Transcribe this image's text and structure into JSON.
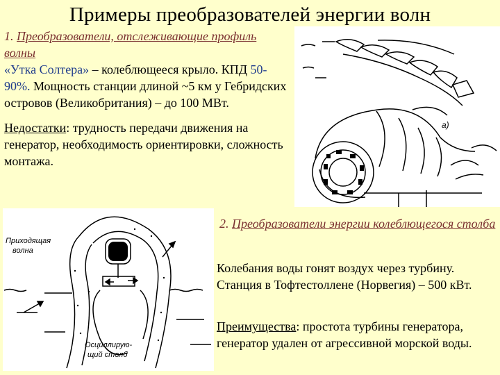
{
  "title": "Примеры преобразователей энергии волн",
  "section1": {
    "heading_num": "1. ",
    "heading_text": "Преобразователи, отслеживающие профиль волны",
    "desc_q": "«Утка Солтера»",
    "desc_rest": " – колеблющееся крыло. КПД",
    "kpd": "50-90%.",
    "desc_cont": " Мощность станции длиной ~5 км у Гебридских островов (Великобритания) – до 100 МВт.",
    "cons_label": "Недостатки",
    "cons_text": ": трудность передачи движения на генератор, необходимость ориентировки, сложность монтажа."
  },
  "section2": {
    "heading_num": "2. ",
    "heading_text": "Преобразователи энергии колеблющегося столба",
    "desc": "Колебания воды гонят воздух через турбину. Станция в Тофтестоллене (Норвегия) – 500 кВт.",
    "pros_label": "Преимущества",
    "pros_text": ": простота турбины генератора, генератор удален от агрессивной морской воды."
  },
  "figure1": {
    "label_a": "а)"
  },
  "figure2": {
    "label_wave_1": "Приходящая",
    "label_wave_2": "волна",
    "label_column_1": "Осциллирую-",
    "label_column_2": "щий столб"
  },
  "colors": {
    "background": "#ffffcc",
    "heading": "#7a3030",
    "accent_blue": "#1f3c8c"
  }
}
